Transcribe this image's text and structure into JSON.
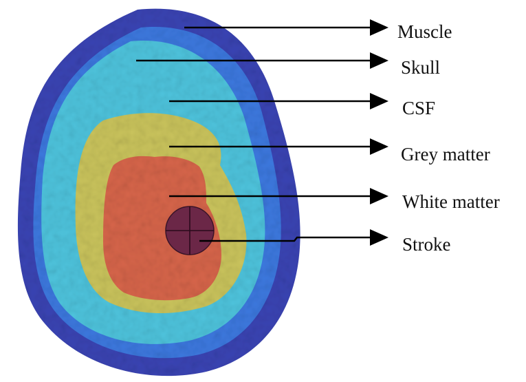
{
  "colors": {
    "muscle": "#3a44b3",
    "skull": "#3c78de",
    "csf": "#4ec3dc",
    "grey_matter": "#c9c35c",
    "white_matter": "#d6654a",
    "stroke": "#6b2747",
    "arrow": "#000000"
  },
  "labels": {
    "muscle": "Muscle",
    "skull": "Skull",
    "csf": "CSF",
    "grey_matter": "Grey matter",
    "white_matter": "White matter",
    "stroke": "Stroke"
  }
}
